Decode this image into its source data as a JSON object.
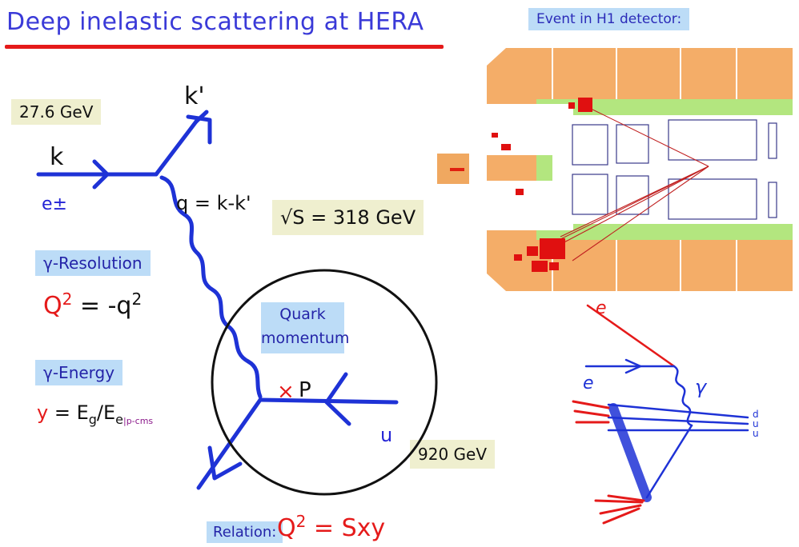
{
  "title": "Deep inelastic scattering at HERA",
  "event_label": "Event in H1 detector:",
  "electron_energy": "27.6 GeV",
  "proton_energy": "920 GeV",
  "sqrt_s": "√S = 318 GeV",
  "labels": {
    "k": "k",
    "k_prime": "k'",
    "e_pm": "e±",
    "q_def": "q = k-k'",
    "x_mark": "×",
    "P": "P",
    "u": "u"
  },
  "quark_momentum_box": {
    "line1": "Quark",
    "line2": "momentum"
  },
  "resolution_box": {
    "label": "γ-Resolution",
    "formula_lhs": "Q",
    "sup": "2",
    "formula_rhs": " = -q",
    "sup2": "2"
  },
  "energy_box": {
    "label": "γ-Energy",
    "formula_y": "y",
    "formula_eq": " = E",
    "sub_g": "g",
    "slash_e": "/E",
    "sub_e": "e",
    "sub_pcms": "|p-cms"
  },
  "relation": {
    "label": "Relation:",
    "lhs": "Q",
    "sup": "2",
    "rhs": " = Sxy"
  },
  "sketch_labels": {
    "e_out": "e",
    "e_in": "e",
    "gamma": "γ",
    "quarks": [
      "d",
      "u",
      "u"
    ]
  },
  "colors": {
    "feynman_blue": "#1e32d6",
    "red": "#e51a1a",
    "title_blue": "#3a3ad8",
    "calorimeter_orange": "#f0a860",
    "tracker_green": "#a8e070"
  }
}
